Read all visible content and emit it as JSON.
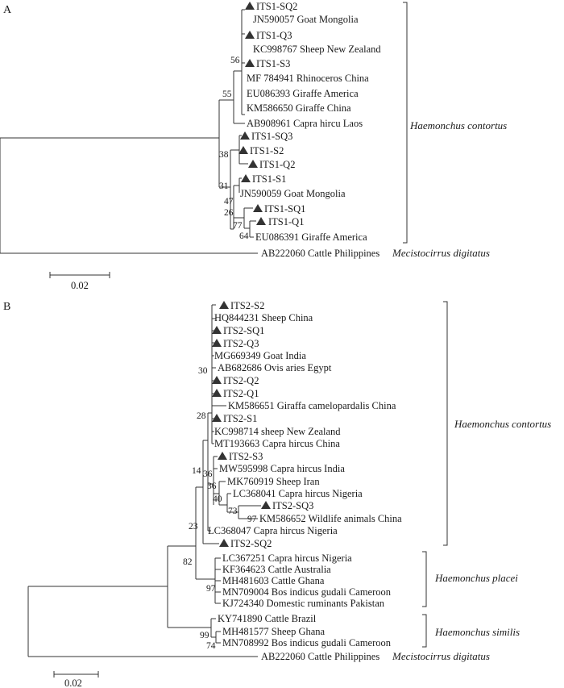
{
  "panels": [
    {
      "label": "A",
      "tips": [
        "ITS1-SQ2",
        "JN590057 Goat Mongolia",
        "ITS1-Q3",
        "KC998767 Sheep New Zealand",
        "ITS1-S3",
        "MF 784941 Rhinoceros China",
        "EU086393 Giraffe America",
        "KM586650 Giraffe China",
        "AB908961 Capra hircu  Laos",
        "ITS1-SQ3",
        "ITS1-S2",
        "ITS1-Q2",
        "ITS1-S1",
        "JN590059 Goat Mongolia",
        "ITS1-SQ1",
        "ITS1-Q1",
        "EU086391 Giraffe America"
      ],
      "bootstraps": [
        "56",
        "55",
        "38",
        "31",
        "47",
        "26",
        "77",
        "64"
      ],
      "clades": [
        {
          "name": "Haemonchus contortus"
        }
      ],
      "outgroup": {
        "accession": "AB222060 Cattle Philippines",
        "species": "Mecistocirrus digitatus"
      },
      "scale_label": "0.02"
    },
    {
      "label": "B",
      "tips": [
        "ITS2-S2",
        "HQ844231 Sheep China",
        "ITS2-SQ1",
        "ITS2-Q3",
        "MG669349 Goat India",
        "AB682686 Ovis aries Egypt",
        "ITS2-Q2",
        "ITS2-Q1",
        "KM586651 Giraffa camelopardalis China",
        "ITS2-S1",
        "KC998714 sheep New Zealand",
        "MT193663 Capra hircus China",
        "ITS2-S3",
        "MW595998 Capra hircus India",
        "MK760919 Sheep Iran",
        "LC368041 Capra hircus Nigeria",
        "ITS2-SQ3",
        "KM586652 Wildlife animals China",
        "LC368047 Capra hircus Nigeria",
        "ITS2-SQ2",
        "LC367251 Capra hircus Nigeria",
        "KF364623 Cattle Australia",
        "MH481603 Cattle Ghana",
        "MN709004 Bos indicus gudali Cameroon",
        "KJ724340 Domestic ruminants Pakistan",
        "KY741890 Cattle Brazil",
        "MH481577 Sheep Ghana",
        "MN708992 Bos indicus gudali Cameroon"
      ],
      "bootstraps": [
        "30",
        "28",
        "14",
        "36",
        "36",
        "40",
        "73",
        "97",
        "23",
        "82",
        "97",
        "99",
        "74"
      ],
      "clades": [
        {
          "name": "Haemonchus contortus"
        },
        {
          "name": "Haemonchus placei"
        },
        {
          "name": "Haemonchus similis"
        }
      ],
      "outgroup": {
        "accession": "AB222060 Cattle Philippines",
        "species": "Mecistocirrus digitatus"
      },
      "scale_label": "0.02"
    }
  ],
  "marker_icon": "filled-triangle"
}
